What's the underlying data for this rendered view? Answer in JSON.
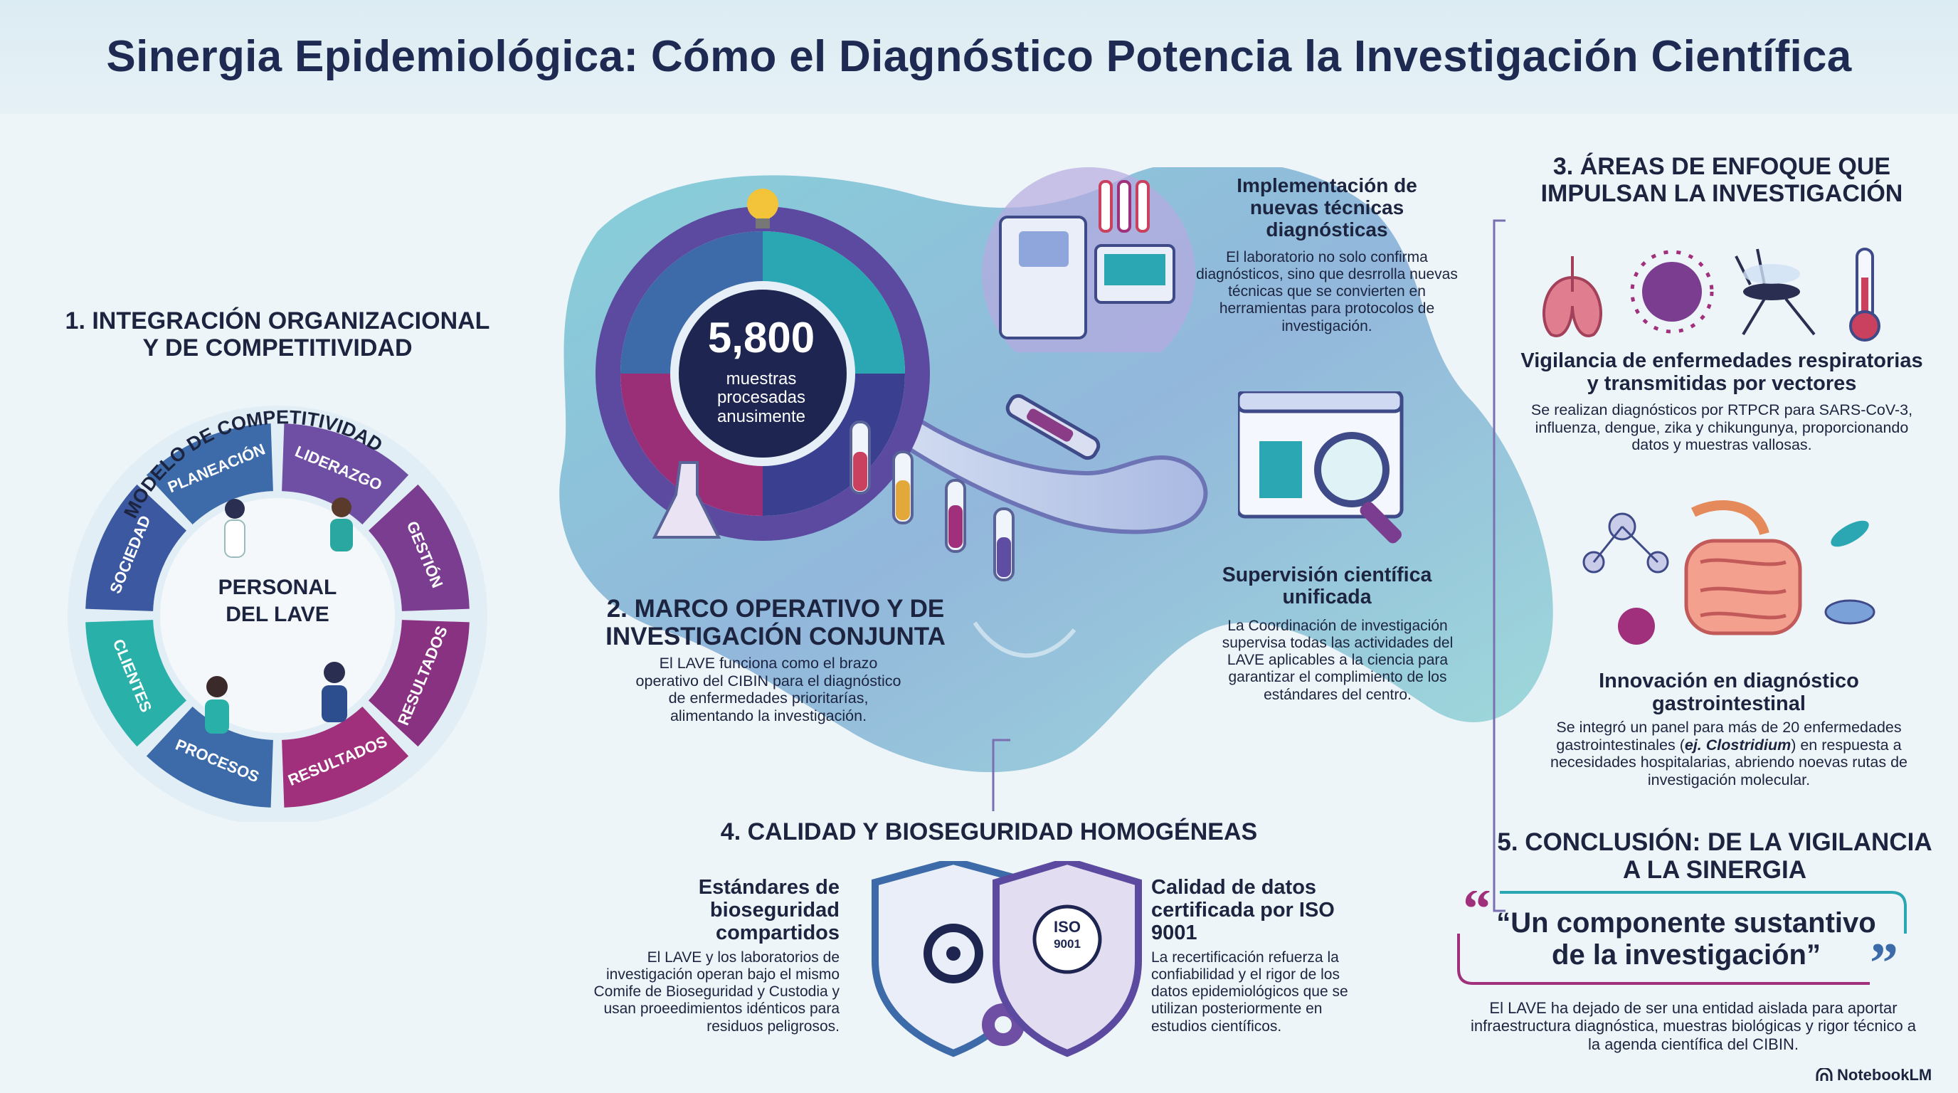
{
  "title": "Sinergia Epidemiológica: Cómo el Diagnóstico Potencia la Investigación Científica",
  "section1": {
    "heading": "1. INTEGRACIÓN ORGANIZACIONAL Y DE COMPETITIVIDAD",
    "model_title": "MODELO DE COMPETITIVIDAD",
    "center": "PERSONAL DEL LAVE",
    "segments": [
      "PLANEACIÓN",
      "LIDERAZGO",
      "GESTIÓN",
      "RESULTADOS",
      "RESULTADOS",
      "PROCESOS",
      "CLIENTES",
      "SOCIEDAD"
    ]
  },
  "section2": {
    "stat_number": "5,800",
    "stat_label": "muestras procesadas anusimente",
    "heading": "2. MARCO OPERATIVO Y DE INVESTIGACIÓN CONJUNTA",
    "body": "El LAVE funciona como el brazo operativo del CIBIN para el diagnóstico de enfermedades prioritarías, alimentando la investigación."
  },
  "implementacion": {
    "heading": "Implementación de nuevas técnicas diagnósticas",
    "body": "El laboratorio no solo confirma diagnósticos, sino que desrrolla nuevas técnicas que se convierten en herramientas para protocolos de investigación."
  },
  "supervision": {
    "heading": "Supervisión científica unificada",
    "body": "La Coordinación de investigación supervisa todas las actividades del LAVE aplicables a la ciencia para garantizar el complimiento de los estándares del centro."
  },
  "section3": {
    "heading": "3. ÁREAS DE ENFOQUE QUE IMPULSAN LA INVESTIGACIÓN",
    "resp_heading": "Vigilancia de enfermedades respiratorias y transmitidas por vectores",
    "resp_body": "Se realizan diagnósticos por RTPCR para SARS-CoV-3, influenza, dengue, zika y chikungunya, proporcionando datos y muestras vallosas.",
    "gi_heading": "Innovación en diagnóstico gastrointestinal",
    "gi_body_pre": "Se integró un panel para más de 20 enfermedades gastrointestinales (",
    "gi_body_em": "ej. Clostridium",
    "gi_body_post": ") en respuesta a necesidades hospitalarias, abriendo noevas rutas de investigación molecular."
  },
  "section4": {
    "heading": "4. CALIDAD Y BIOSEGURIDAD HOMOGÉNEAS",
    "bio_heading": "Estándares de bioseguridad compartidos",
    "bio_body": "El LAVE y los laboratorios de investigación operan bajo el mismo Comife de Bioseguridad y Custodia y usan proeedimientos idénticos para residuos peligrosos.",
    "iso_badge_top": "ISO",
    "iso_badge_bottom": "9001",
    "iso_heading": "Calidad de datos certificada por ISO 9001",
    "iso_body": "La recertificación refuerza la confiabilidad y el rigor de los datos epidemiológicos que se utilizan posteriormente en estudios científicos."
  },
  "section5": {
    "heading": "5. CONCLUSIÓN: DE LA VIGILANCIA A LA SINERGIA",
    "quote": "“Un componente sustantivo de la investigación”",
    "body": "El LAVE ha dejado de ser una entidad aislada para aportar infraestructura diagnóstica, muestras biológicas y rigor técnico a la agenda científica del CIBIN."
  },
  "brand": "NotebookLM",
  "colors": {
    "navy": "#1e2a52",
    "teal": "#4fb6c4",
    "blue": "#3d6aa8",
    "purple": "#7a3d8f",
    "magenta": "#a8377a"
  }
}
